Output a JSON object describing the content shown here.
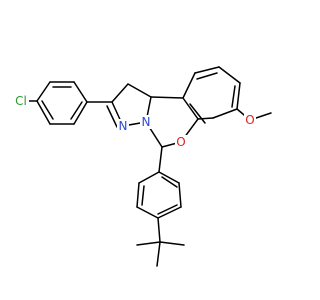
{
  "molecule": {
    "atoms": {
      "chlorine": {
        "symbol": "Cl",
        "color": "#2e9b2e"
      },
      "pyrazoline_n_imine": {
        "symbol": "N",
        "color": "#2b4bd6"
      },
      "pyrazoline_n_bridge": {
        "symbol": "N",
        "color": "#2b4bd6"
      },
      "ring_oxygen": {
        "symbol": "O",
        "color": "#e02020"
      },
      "methoxy_oxygen": {
        "symbol": "O",
        "color": "#e02020"
      }
    }
  }
}
